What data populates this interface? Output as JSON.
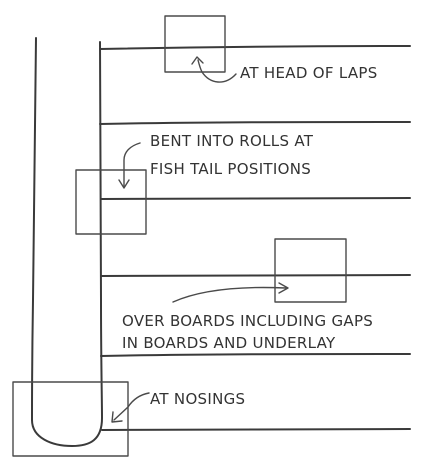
{
  "labels": {
    "head_of_laps": "AT HEAD OF LAPS",
    "bent_line1": "BENT INTO ROLLS AT",
    "bent_line2": "FISH TAIL POSITIONS",
    "over_line1": "OVER BOARDS INCLUDING GAPS",
    "over_line2": "IN BOARDS AND UNDERLAY",
    "nosings": "AT NOSINGS"
  },
  "colors": {
    "ink": "#3a3a3a",
    "background": "#ffffff"
  }
}
